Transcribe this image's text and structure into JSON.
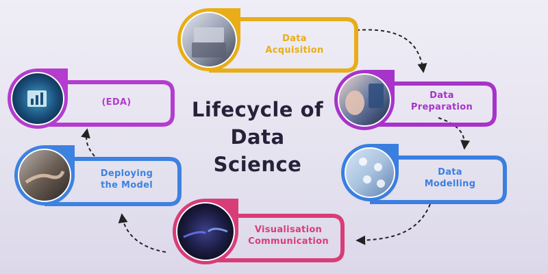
{
  "diagram": {
    "title_line1": "Lifecycle of",
    "title_line2": "Data",
    "title_line3": "Science",
    "stages": [
      {
        "id": "acquisition",
        "line1": "Data",
        "line2": "Acquisition",
        "color": "#e8ad17",
        "image": "laptop-typing-photo"
      },
      {
        "id": "preparation",
        "line1": "Data",
        "line2": "Preparation",
        "color": "#a733c9",
        "image": "vr-headset-photo"
      },
      {
        "id": "modelling",
        "line1": "Data",
        "line2": "Modelling",
        "color": "#3a7fe0",
        "image": "touchscreen-icons-photo"
      },
      {
        "id": "visualisation",
        "line1": "Visualisation",
        "line2": "Communication",
        "color": "#d83d77",
        "image": "digital-hands-photo"
      },
      {
        "id": "deploying",
        "line1": "Deploying",
        "line2": "the Model",
        "color": "#3d82e0",
        "image": "handshake-photo"
      },
      {
        "id": "eda",
        "line1": "(EDA)",
        "line2": "",
        "color": "#b43cce",
        "image": "bar-chart-screen-photo"
      }
    ],
    "connector": "dashed-arrow"
  }
}
